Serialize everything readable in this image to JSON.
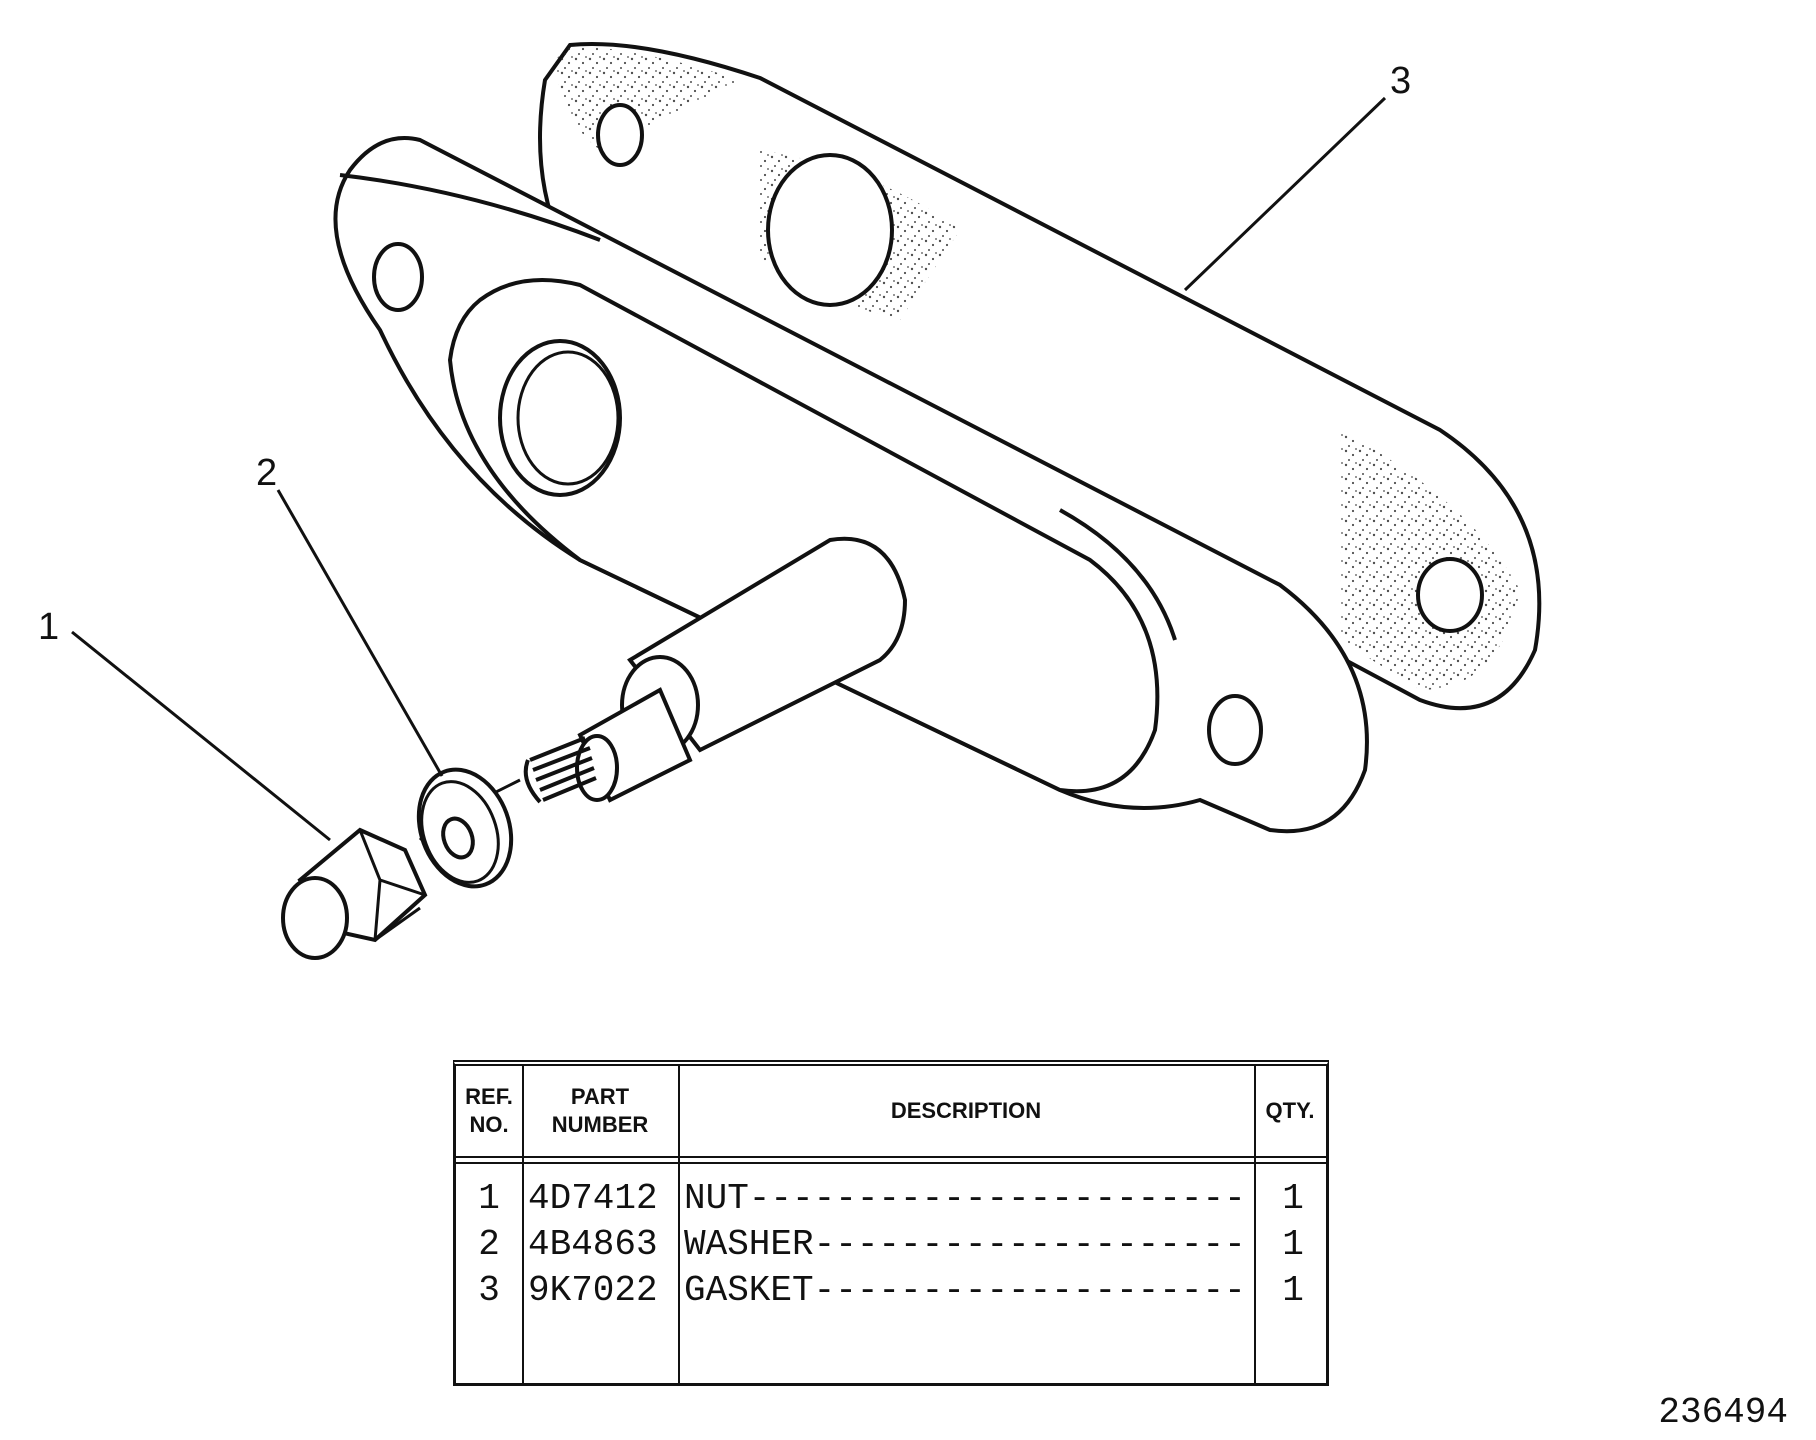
{
  "callouts": [
    {
      "label": "1"
    },
    {
      "label": "2"
    },
    {
      "label": "3"
    }
  ],
  "table": {
    "headers": {
      "ref_no": "REF. NO.",
      "part_number": "PART NUMBER",
      "description": "DESCRIPTION",
      "qty": "QTY."
    },
    "rows": [
      {
        "ref": "1",
        "part": "4D7412",
        "desc": "NUT-------------------------------",
        "qty": "1"
      },
      {
        "ref": "2",
        "part": "4B4863",
        "desc": "WASHER---------------------------",
        "qty": "1"
      },
      {
        "ref": "3",
        "part": "9K7022",
        "desc": "GASKET---------------------------",
        "qty": "1"
      }
    ]
  },
  "drawing_number": "236494"
}
